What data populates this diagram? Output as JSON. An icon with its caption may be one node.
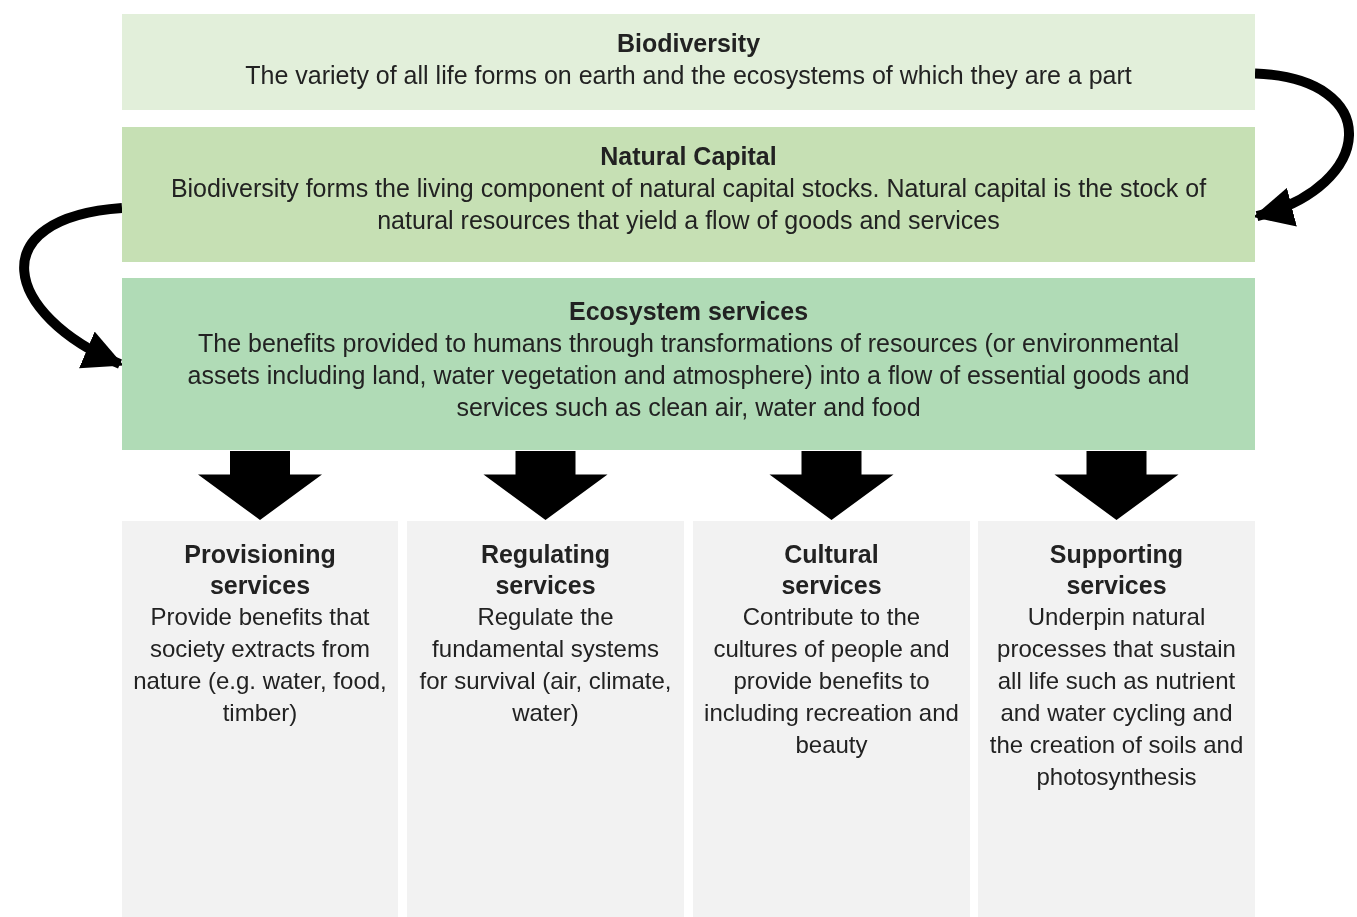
{
  "diagram": {
    "nodes": [
      {
        "text": [
          "Biodiversity",
          "The variety of all life forms on earth and the ecosystems of which they are a part"
        ]
      },
      {
        "text": [
          "Natural Capital",
          "Biodiversity forms the living component of natural capital stocks. Natural capital is the stock of natural resources that yield a flow of goods and services"
        ]
      },
      {
        "text": [
          "Ecosystem services",
          "The benefits provided to humans through transformations of resources (or environmental assets including land, water vegetation and atmosphere) into a flow of essential goods and services such as clean air, water and food"
        ]
      },
      {
        "text": [
          "Provisioning services",
          "Provide benefits that society extracts from nature (e.g. water, food, timber)"
        ]
      },
      {
        "text": [
          "Regulating services",
          "Regulate the fundamental systems for survival (air, climate, water)"
        ]
      },
      {
        "text": [
          "Cultural services",
          "Contribute to the cultures of people and provide benefits to including recreation and beauty"
        ]
      },
      {
        "text": [
          "Supporting services",
          "Underpin natural processes that sustain all life such as nutrient and water cycling and the creation of soils and photosynthesis"
        ]
      }
    ],
    "edges": [
      {
        "from": 0,
        "to": 1,
        "arrow": "to"
      },
      {
        "from": 1,
        "to": 2,
        "arrow": "to"
      },
      {
        "from": 2,
        "to": 3,
        "arrow": "to"
      },
      {
        "from": 2,
        "to": 4,
        "arrow": "to"
      },
      {
        "from": 2,
        "to": 5,
        "arrow": "to"
      },
      {
        "from": 2,
        "to": 6,
        "arrow": "to"
      }
    ]
  }
}
